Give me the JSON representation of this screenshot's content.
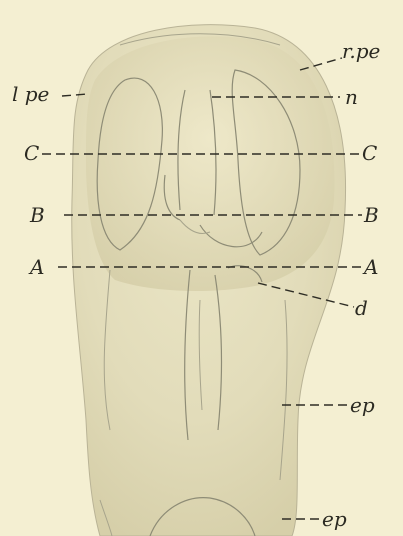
{
  "figure": {
    "background": "#f4efd2",
    "ink": "#2b2a22",
    "labels": {
      "rpe": "r.pe",
      "lpe": "l pe",
      "n": "n",
      "c_left": "C",
      "c_right": "C",
      "b_left": "B",
      "b_right": "B",
      "a_left": "A",
      "a_right": "A",
      "d": "d",
      "ep_upper": "ep",
      "ep_lower": "ep"
    }
  }
}
